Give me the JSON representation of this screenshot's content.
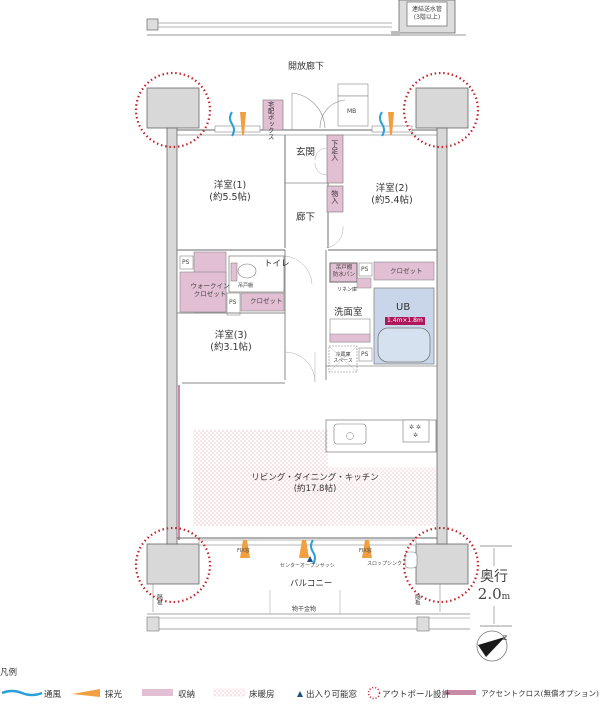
{
  "plan": {
    "corridor_label": "開放廊下",
    "standpipe_label_line1": "連結送水管",
    "standpipe_label_line2": "(3階以上)",
    "delivery_box": "宅配ボックス",
    "mb": "MB",
    "entrance": "玄関",
    "shoe_storage": "下足入",
    "storage": "物入",
    "hallway": "廊下",
    "rooms": [
      {
        "id": "western1",
        "name": "洋室(1)",
        "size": "(約5.5帖)"
      },
      {
        "id": "western2",
        "name": "洋室(2)",
        "size": "(約5.4帖)"
      },
      {
        "id": "western3",
        "name": "洋室(3)",
        "size": "(約3.1帖)"
      },
      {
        "id": "ldk",
        "name": "リビング・ダイニング・キッチン",
        "size": "(約17.8帖)"
      }
    ],
    "ps": "PS",
    "walk_in_closet_line1": "ウォークイン",
    "walk_in_closet_line2": "クロゼット",
    "toilet": "トイレ",
    "hanging_cupboard": "吊戸棚",
    "closet": "クロゼット",
    "washroom": "洗面室",
    "hanging_cupboard2": "吊戸棚",
    "waterproof_pan": "防水パン",
    "linen_shelf": "リネン庫",
    "ub": "UB",
    "ub_size": "1.4m×1.8m",
    "fridge_space_line1": "冷蔵庫",
    "fridge_space_line2": "スペース",
    "fix_window_left": "FIX窓",
    "fix_window_right": "FIX窓",
    "center_open_sash": "センターオープンサッシ",
    "slop_sink": "スロップシンク",
    "balcony": "バルコニー",
    "partition_left": "隔板",
    "partition_right": "隔板",
    "drying_rack": "物干金物",
    "depth_label": "奥行",
    "depth_value": "2.0",
    "depth_unit": "m"
  },
  "legend": {
    "title": "凡例",
    "items": [
      {
        "id": "ventilation",
        "label": "通風",
        "color": "#2a9fd8"
      },
      {
        "id": "daylight",
        "label": "採光",
        "color": "#f0a040"
      },
      {
        "id": "storage",
        "label": "収納",
        "color": "#e2bfd2"
      },
      {
        "id": "floor_heating",
        "label": "床暖房",
        "color": "#f2c8d4"
      },
      {
        "id": "entry_window",
        "label": "出入り可能窓",
        "color": "#1e4f8c"
      },
      {
        "id": "outpole",
        "label": "アウトポール設計",
        "color": "#c0242c"
      },
      {
        "id": "accent_cloth",
        "label": "アクセントクロス(無償オプション)",
        "color": "#c98aa8"
      }
    ]
  }
}
